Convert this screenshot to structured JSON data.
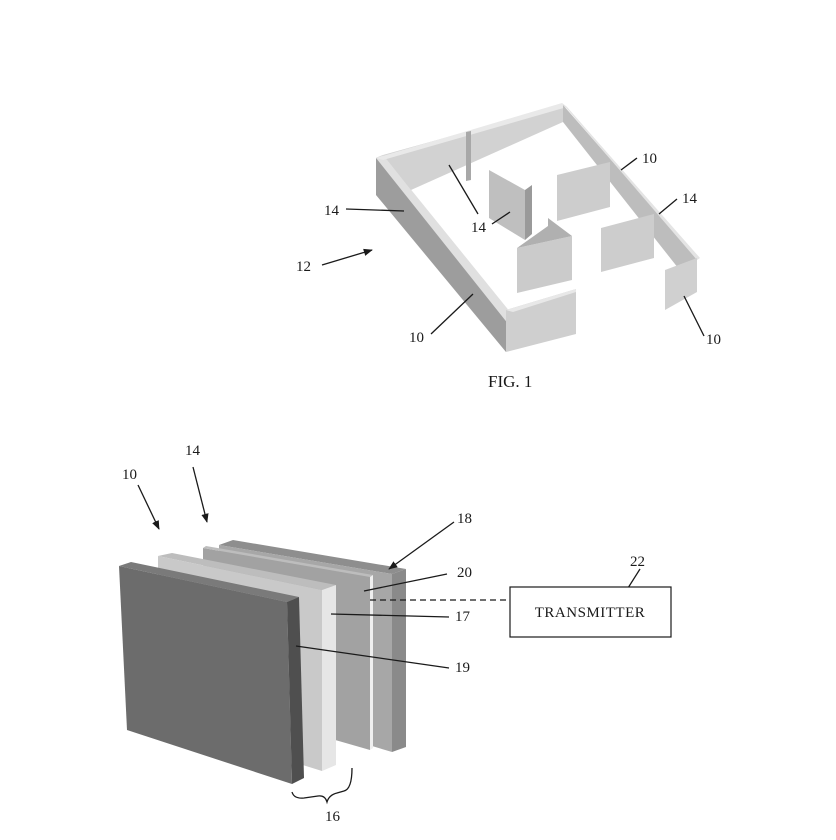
{
  "figure1": {
    "caption": "FIG. 1",
    "labels": {
      "ref_14_left": "14",
      "ref_12": "12",
      "ref_14_center": "14",
      "ref_10_top": "10",
      "ref_14_right": "14",
      "ref_10_bottom_left": "10",
      "ref_10_bottom_right": "10"
    }
  },
  "figure2": {
    "labels": {
      "ref_10": "10",
      "ref_14": "14",
      "ref_18": "18",
      "ref_20": "20",
      "ref_22": "22",
      "ref_17": "17",
      "ref_19": "19",
      "ref_16": "16"
    },
    "transmitter_label": "TRANSMITTER"
  },
  "colors": {
    "wall_top": "#d6d6d6",
    "wall_side_light": "#c9c9c9",
    "wall_side_dark": "#9a9a9a",
    "panel_front": "#6e6e6e",
    "panel_edge": "#545454",
    "layer_light": "#cfcfcf",
    "layer_mid": "#a9a9a9",
    "line": "#1a1a1a"
  }
}
